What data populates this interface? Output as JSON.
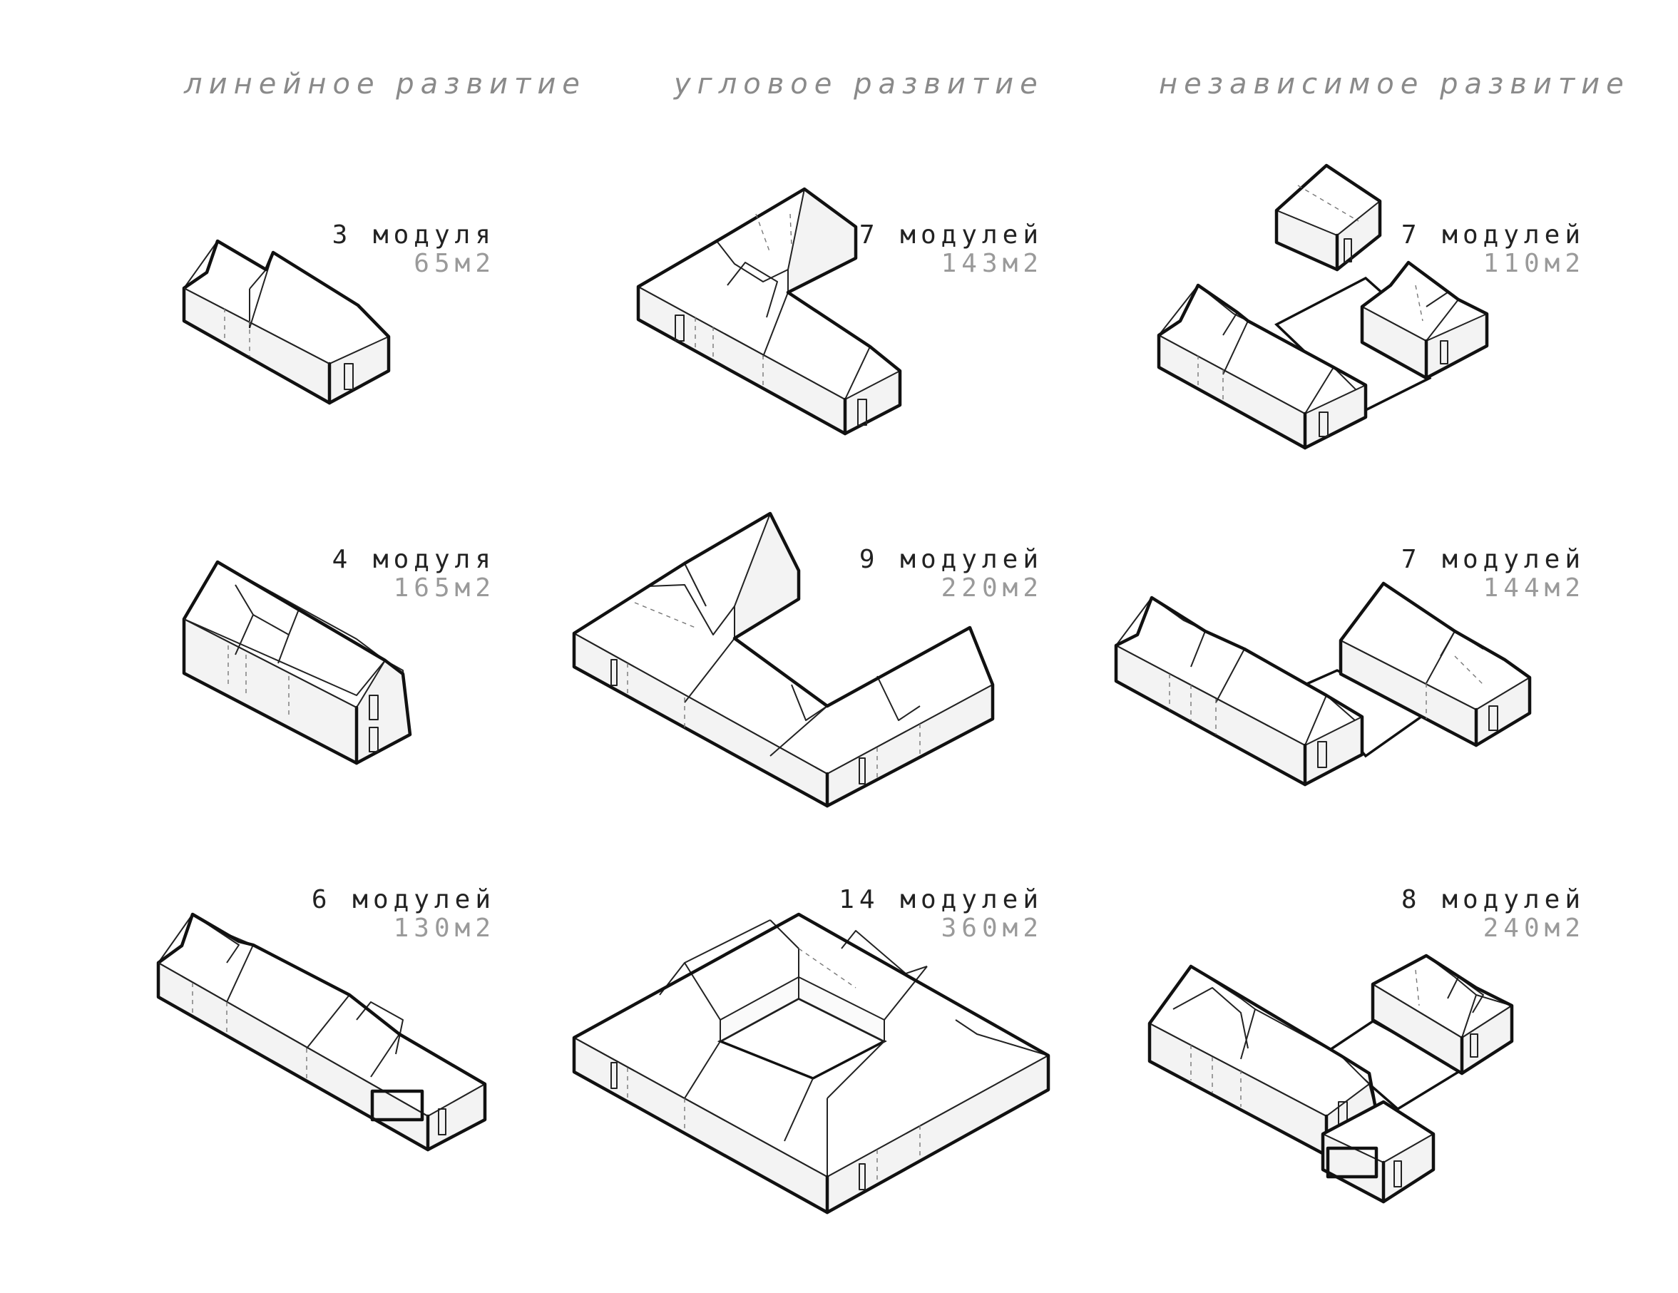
{
  "columns": [
    {
      "title": "линейное развитие"
    },
    {
      "title": "угловое развитие"
    },
    {
      "title": "независимое развитие"
    }
  ],
  "cells": [
    {
      "modules": "3 модуля",
      "area": "65м2"
    },
    {
      "modules": "7 модулей",
      "area": "143м2"
    },
    {
      "modules": "7 модулей",
      "area": "110м2"
    },
    {
      "modules": "4 модуля",
      "area": "165м2"
    },
    {
      "modules": "9 модулей",
      "area": "220м2"
    },
    {
      "modules": "7 модулей",
      "area": "144м2"
    },
    {
      "modules": "6 модулей",
      "area": "130м2"
    },
    {
      "modules": "14 модулей",
      "area": "360м2"
    },
    {
      "modules": "8 модулей",
      "area": "240м2"
    }
  ]
}
